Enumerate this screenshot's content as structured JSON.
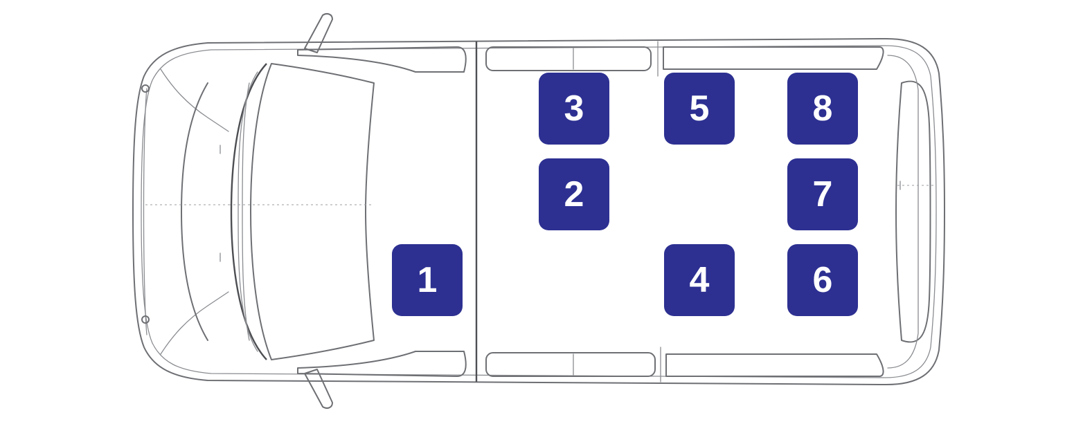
{
  "diagram": {
    "subject": "van-top-view-seat-map",
    "colors": {
      "seat_fill": "#2d3091",
      "seat_text": "#ffffff",
      "outline": "#6d6f73",
      "background": "#ffffff"
    },
    "seats": [
      {
        "label": "1"
      },
      {
        "label": "2"
      },
      {
        "label": "3"
      },
      {
        "label": "4"
      },
      {
        "label": "5"
      },
      {
        "label": "6"
      },
      {
        "label": "7"
      },
      {
        "label": "8"
      }
    ]
  }
}
